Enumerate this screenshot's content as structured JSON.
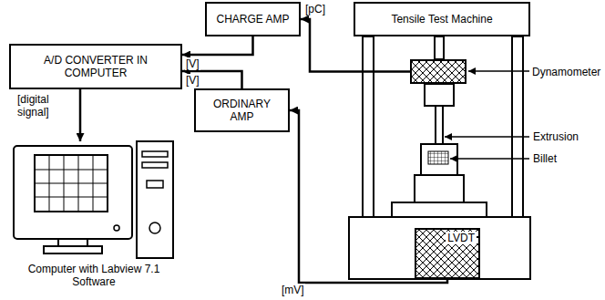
{
  "diagram": {
    "nodes": [
      {
        "text": [
          "CHARGE AMP"
        ]
      },
      {
        "text": [
          "Tensile Test Machine"
        ]
      },
      {
        "text": [
          "A/D CONVERTER IN COMPUTER"
        ]
      },
      {
        "text": [
          "ORDINARY AMP"
        ]
      },
      {
        "text": [
          "Dynamometer"
        ]
      },
      {
        "text": [
          "Computer with Labview 7.1 Software"
        ]
      },
      {
        "text": [
          "LVDT"
        ]
      }
    ],
    "edges": [
      {
        "from": 4,
        "to": 0,
        "arrow": "to",
        "label": "[pC]"
      },
      {
        "from": 0,
        "to": 2,
        "arrow": "to",
        "label": "[V]"
      },
      {
        "from": 3,
        "to": 2,
        "arrow": "to",
        "label": "[V]"
      },
      {
        "from": 2,
        "to": 5,
        "arrow": "to",
        "label": "[digital signal]"
      },
      {
        "from": 6,
        "to": 3,
        "arrow": "to",
        "label": "[mV]"
      }
    ],
    "labels": [
      "Extrusion",
      "Billet"
    ]
  }
}
